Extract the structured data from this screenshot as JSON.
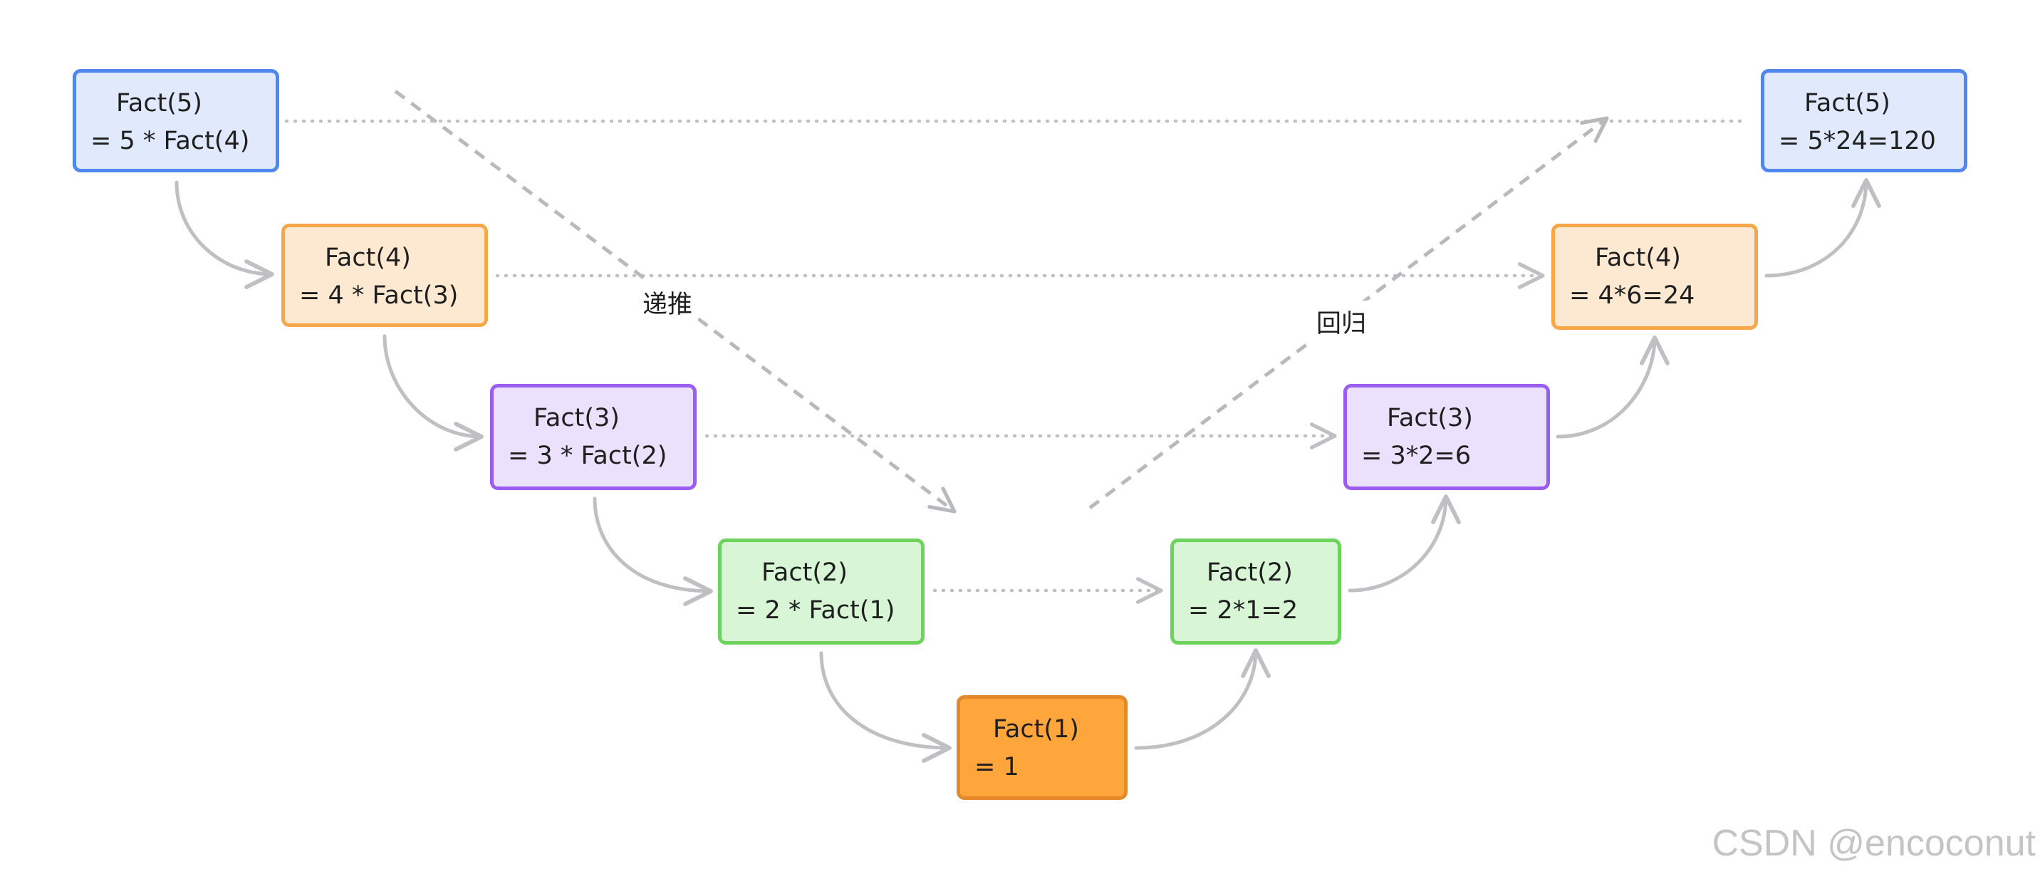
{
  "colors": {
    "blue": {
      "fill": "#e0eafc",
      "stroke": "#4f86ef"
    },
    "orange": {
      "fill": "#fde9d2",
      "stroke": "#f8a748"
    },
    "purple": {
      "fill": "#ebe1fc",
      "stroke": "#9b5df0"
    },
    "green": {
      "fill": "#d8f5d6",
      "stroke": "#6dd35c"
    },
    "base": {
      "fill": "#fea63c",
      "stroke": "#e4892a"
    },
    "connector": "#c0c0c4",
    "arrow_main": "#b7b9bd"
  },
  "nodes": {
    "left_fact5": {
      "line1": "Fact(5)",
      "line2": "= 5 * Fact(4)"
    },
    "left_fact4": {
      "line1": "Fact(4)",
      "line2": "= 4 * Fact(3)"
    },
    "left_fact3": {
      "line1": "Fact(3)",
      "line2": "= 3 * Fact(2)"
    },
    "left_fact2": {
      "line1": "Fact(2)",
      "line2": "= 2 * Fact(1)"
    },
    "base_fact1": {
      "line1": "Fact(1)",
      "line2": "= 1"
    },
    "right_fact2": {
      "line1": "Fact(2)",
      "line2": "= 2*1=2"
    },
    "right_fact3": {
      "line1": "Fact(3)",
      "line2": "= 3*2=6"
    },
    "right_fact4": {
      "line1": "Fact(4)",
      "line2": "= 4*6=24"
    },
    "right_fact5": {
      "line1": "Fact(5)",
      "line2": "= 5*24=120"
    }
  },
  "labels": {
    "forward": "递推",
    "backward": "回归"
  },
  "watermark": "CSDN @encoconut"
}
